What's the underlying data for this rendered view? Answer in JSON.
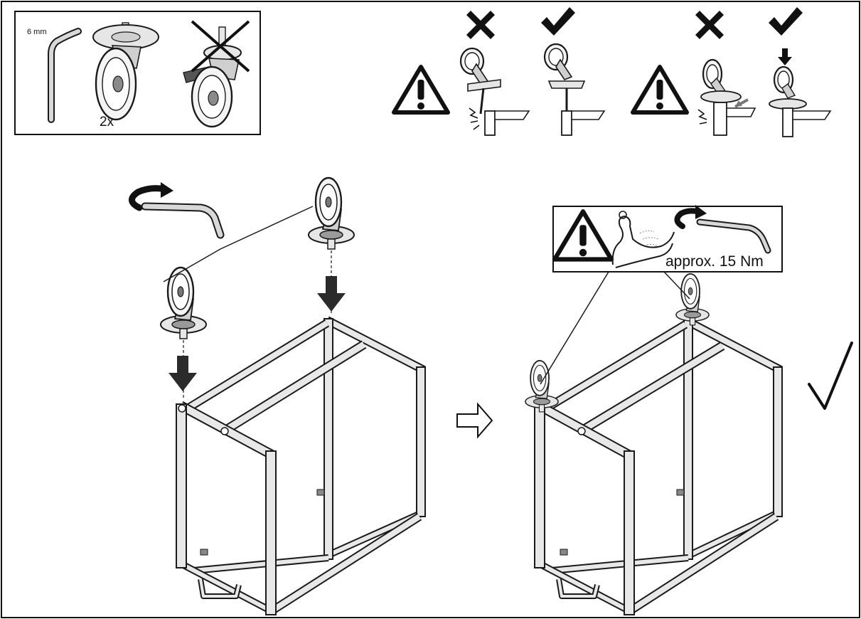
{
  "parts_box": {
    "hex_key_size": "6 mm",
    "quantity": "2x"
  },
  "torque_note": {
    "text": "approx. 15 Nm"
  },
  "colors": {
    "line": "#1a1a1a",
    "arrow_fill": "#2b2b2b",
    "light_fill": "#e6e6e6",
    "mid_fill": "#bdbdbd",
    "dark_fill": "#555555",
    "background": "#ffffff"
  },
  "icons": [
    "hex-key-icon",
    "caster-wheel-icon",
    "warning-triangle-icon",
    "cross-mark-icon",
    "check-mark-icon",
    "rotation-arrow-icon",
    "arm-strength-icon",
    "outline-arrow-icon"
  ]
}
